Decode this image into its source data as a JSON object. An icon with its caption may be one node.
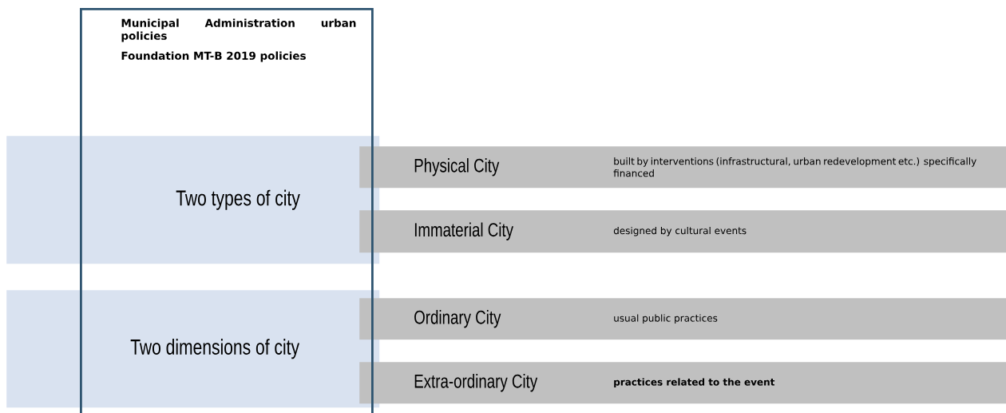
{
  "diagram": {
    "nodes": [
      {
        "text": [
          "Municipal Administration urban policies",
          "Foundation MT-B 2019 policies"
        ]
      },
      {
        "text": [
          "Two types of city"
        ]
      },
      {
        "text": [
          "Two dimensions of city"
        ]
      },
      {
        "text": [
          "Physical City",
          "built by interventions (infrastructural, urban redevelopment etc.) specifically financed"
        ]
      },
      {
        "text": [
          "Immaterial City",
          "designed by cultural events"
        ]
      },
      {
        "text": [
          "Ordinary City",
          "usual public practices"
        ]
      },
      {
        "text": [
          "Extra-ordinary City",
          "practices related to the event"
        ]
      }
    ]
  }
}
